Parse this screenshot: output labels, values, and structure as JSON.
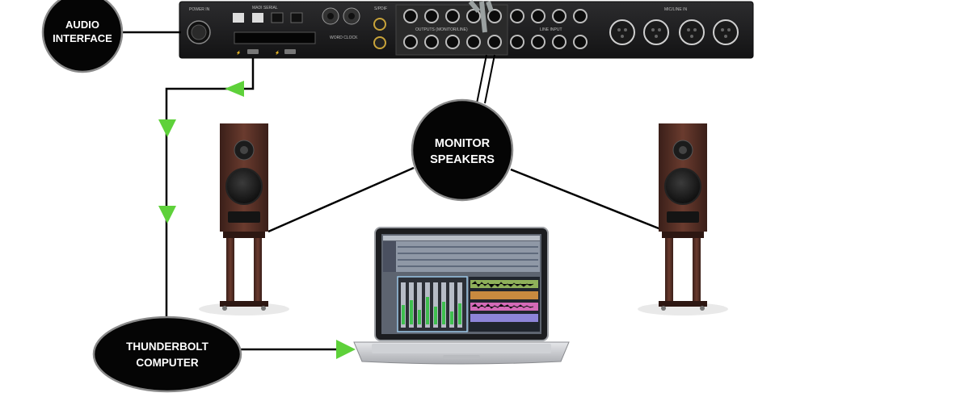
{
  "labels": {
    "audio_interface": [
      "AUDIO",
      "INTERFACE"
    ],
    "monitor_speakers": [
      "MONITOR",
      "SPEAKERS"
    ],
    "thunderbolt_computer": [
      "THUNDERBOLT",
      "COMPUTER"
    ]
  },
  "panel_labels": {
    "power": "POWER IN",
    "digital": "MADI SERIAL",
    "word_clock": "WORD CLOCK",
    "spdif": "S/PDIF",
    "outputs": "OUTPUTS (MONITOR/LINE)",
    "line_input": "LINE INPUT",
    "mic_in": "MIC/LINE IN",
    "thunderbolt": "THUNDERBOLT"
  },
  "colors": {
    "callout_fill": "#050505",
    "callout_stroke": "#8a8a8a",
    "arrow_green": "#5ed13a",
    "wire": "#000000",
    "rack": "#1b1b1d",
    "speaker_wood": "#4a2a22"
  }
}
